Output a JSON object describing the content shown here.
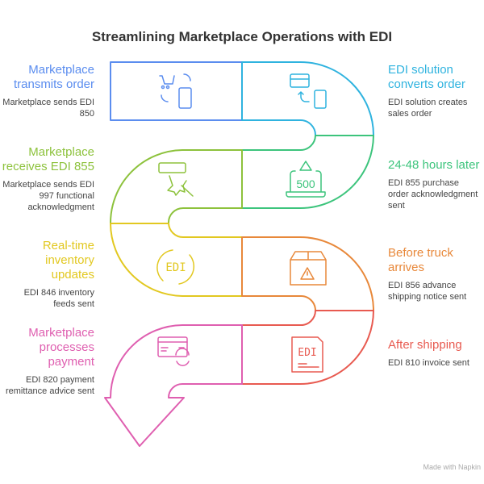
{
  "title": "Streamlining Marketplace Operations with EDI",
  "steps": [
    {
      "heading": "Marketplace transmits order",
      "desc": "Marketplace sends EDI 850",
      "color": "#5b8def",
      "icon": "cart-phone-icon"
    },
    {
      "heading": "EDI solution converts order",
      "desc": "EDI solution creates sales order",
      "color": "#2fb3df",
      "icon": "card-phone-icon"
    },
    {
      "heading": "24-48 hours later",
      "desc": "EDI 855 purchase order acknowledgment sent",
      "color": "#3cc47c",
      "icon": "laptop-500-icon"
    },
    {
      "heading": "Marketplace receives EDI 855",
      "desc": "Marketplace sends EDI 997 functional acknowledgment",
      "color": "#8dc23c",
      "icon": "click-icon"
    },
    {
      "heading": "Real-time inventory updates",
      "desc": "EDI 846 inventory feeds sent",
      "color": "#e2c820",
      "icon": "edi-sync-icon"
    },
    {
      "heading": "Before truck arrives",
      "desc": "EDI 856 advance shipping notice sent",
      "color": "#e8883a",
      "icon": "box-warning-icon"
    },
    {
      "heading": "After shipping",
      "desc": "EDI 810 invoice sent",
      "color": "#e85a50",
      "icon": "edi-document-icon"
    },
    {
      "heading": "Marketplace processes payment",
      "desc": "EDI 820 payment remittance advice sent",
      "color": "#df5fb0",
      "icon": "card-refresh-icon"
    }
  ],
  "icon_text": {
    "edi": "EDI",
    "code": "500"
  },
  "footer": "Made with Napkin"
}
